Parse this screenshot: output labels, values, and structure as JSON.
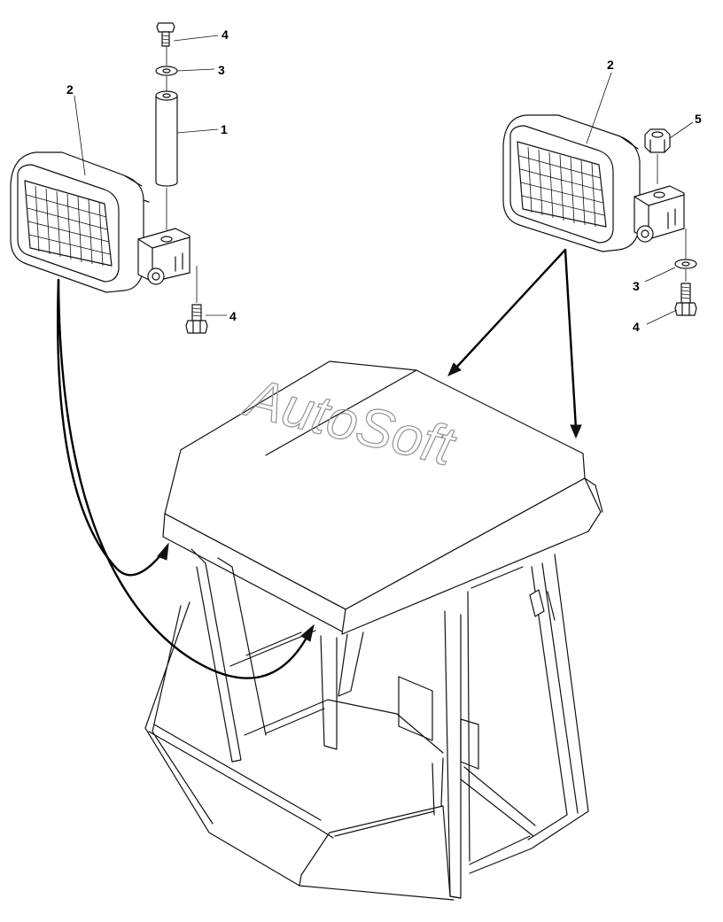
{
  "watermark": "AutoSoft",
  "callouts": {
    "left_bolt_top": "4",
    "left_washer": "3",
    "left_spacer": "1",
    "left_lamp": "2",
    "left_bolt_bottom": "4",
    "right_lamp": "2",
    "right_nut": "5",
    "right_washer": "3",
    "right_bolt": "4"
  }
}
